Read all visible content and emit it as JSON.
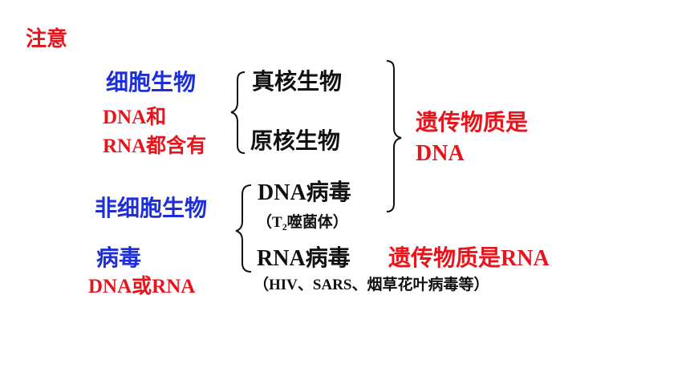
{
  "note_title": "注意",
  "cellular": {
    "label": "细胞生物",
    "note_line1": "DNA和",
    "note_line2": "RNA都含有",
    "eukaryote": "真核生物",
    "prokaryote": "原核生物"
  },
  "cellular_conclusion": {
    "line1": "遗传物质是",
    "line2": "DNA"
  },
  "noncellular": {
    "label_line1": "非细胞生物",
    "label_line2": "病毒",
    "note": "DNA或RNA",
    "dna_virus": "DNA病毒",
    "dna_virus_example_open": "（T",
    "dna_virus_example_sub": "2",
    "dna_virus_example_close": "噬菌体）",
    "rna_virus": "RNA病毒",
    "rna_virus_conclusion": "遗传物质是RNA",
    "rna_virus_examples": "（HIV、SARS、烟草花叶病毒等）"
  },
  "colors": {
    "red": "#e8141c",
    "blue": "#1f2fd6",
    "black": "#111111"
  }
}
